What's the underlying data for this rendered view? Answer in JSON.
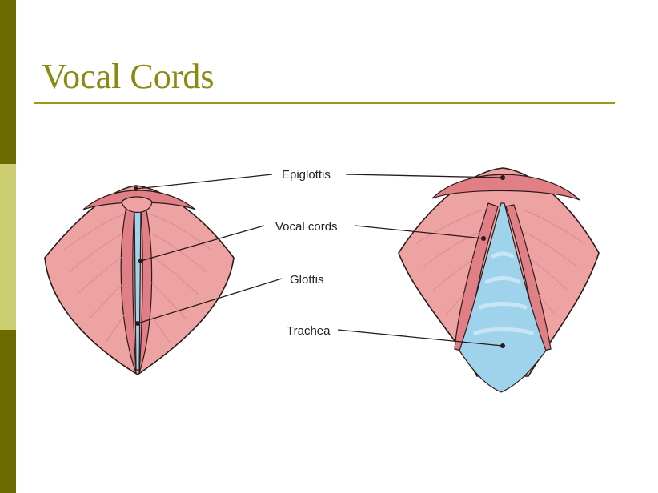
{
  "slide": {
    "title": "Vocal Cords",
    "accent_colors": {
      "bar_dark": "#6b6b00",
      "bar_light": "#cbcf72",
      "title": "#8a8a12",
      "rule": "#9a9a18"
    }
  },
  "diagram": {
    "labels": {
      "epiglottis": "Epiglottis",
      "vocal_cords": "Vocal cords",
      "glottis": "Glottis",
      "trachea": "Trachea"
    },
    "colors": {
      "tissue": "#eea3a3",
      "tissue_dark": "#e07f86",
      "striation": "#d88a8e",
      "airway": "#9fd3ec",
      "airway_light": "#c6e6f5",
      "outline": "#2b1a1a"
    }
  }
}
